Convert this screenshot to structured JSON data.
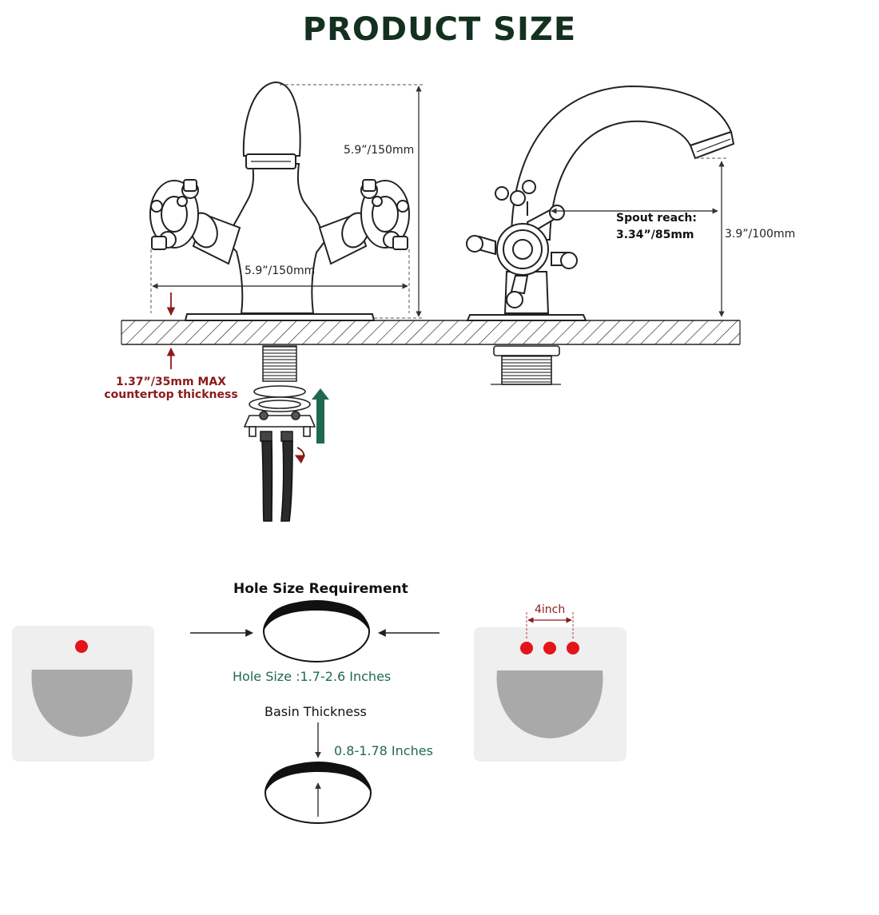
{
  "title": "PRODUCT SIZE",
  "colors": {
    "title": "#14301f",
    "accent_red": "#8b1a1a",
    "accent_green": "#1f6a4d",
    "hole_dot": "#e3151a",
    "panel_bg": "#efefef",
    "basin": "#a9a9a9"
  },
  "dimensions": {
    "faucet_height": "5.9”/150mm",
    "faucet_width": "5.9”/150mm",
    "spout_reach_label": "Spout reach:",
    "spout_reach_value": "3.34”/85mm",
    "spout_height": "3.9”/100mm",
    "countertop_line1": "1.37”/35mm MAX",
    "countertop_line2": "countertop thickness"
  },
  "hole_section": {
    "heading": "Hole Size Requirement",
    "hole_size": "Hole Size :1.7-2.6 Inches",
    "basin_heading": "Basin Thickness",
    "basin_thickness": "0.8-1.78 Inches",
    "spacing": "4inch"
  },
  "icons": [
    "faucet-side-view-icon",
    "faucet-front-view-icon",
    "mounting-kit-icon",
    "single-hole-sink-icon",
    "three-hole-sink-icon"
  ]
}
